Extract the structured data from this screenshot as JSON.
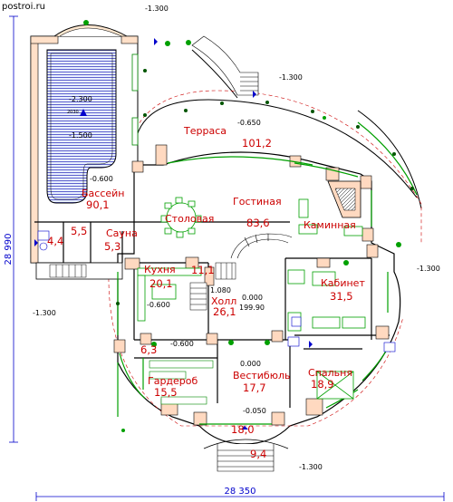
{
  "site": "postroi.ru",
  "dimensions": {
    "vertical": "28 990",
    "horizontal": "28 350"
  },
  "levels": {
    "top": "-1.300",
    "terrace_steps": "-1.300",
    "left": "-1.300",
    "right": "-1.300",
    "bottom": "-1.300",
    "terrace": "-0.650",
    "pool_a": "-2.300",
    "pool_b": "-1.500",
    "pool_edge": "-0.600",
    "kitchen": "-0.600",
    "hall_a": "1.080",
    "hall_b": "0.000",
    "hall_c": "199.90",
    "hall_d": "-0.600",
    "vestibule": "0.000",
    "entry": "-0.050",
    "pool_depth": "2030"
  },
  "rooms": [
    {
      "name": "Бассейн",
      "area": "90,1"
    },
    {
      "name": "Терраса",
      "area": "101,2"
    },
    {
      "name": "Гостиная",
      "area": "83,6"
    },
    {
      "name": "Столовая",
      "area": ""
    },
    {
      "name": "Каминная",
      "area": ""
    },
    {
      "name": "Кабинет",
      "area": "31,5"
    },
    {
      "name": "Кухня",
      "area": "20,1"
    },
    {
      "name": "Холл",
      "area": "26,1"
    },
    {
      "name": "Сауна",
      "area": "5,3"
    },
    {
      "name": "Вестибюль",
      "area": "17,7"
    },
    {
      "name": "Спальня",
      "area": "18,9"
    },
    {
      "name": "Гардероб",
      "area": "15,5"
    }
  ],
  "areas": {
    "a1": "4,4",
    "a2": "5,5",
    "a3": "11,1",
    "a4": "6,3",
    "a5": "18,0",
    "a6": "9,4"
  }
}
